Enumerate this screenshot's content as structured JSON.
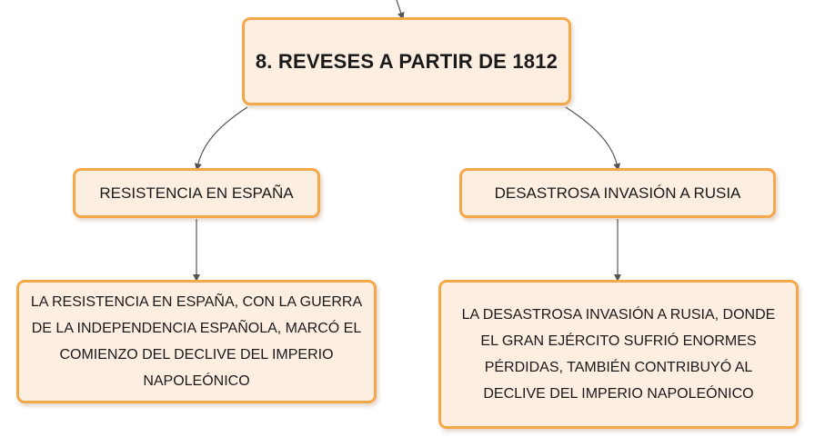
{
  "diagram": {
    "root": {
      "title": "8. REVESES A PARTIR DE 1812"
    },
    "branches": [
      {
        "label": "RESISTENCIA EN ESPAÑA",
        "detail": "LA RESISTENCIA EN ESPAÑA, CON LA GUERRA DE LA INDEPENDENCIA ESPAÑOLA, MARCÓ EL COMIENZO DEL DECLIVE DEL IMPERIO NAPOLEÓNICO"
      },
      {
        "label": "DESASTROSA INVASIÓN A RUSIA",
        "detail": "LA DESASTROSA INVASIÓN A RUSIA, DONDE EL GRAN EJÉRCITO SUFRIÓ ENORMES PÉRDIDAS, TAMBIÉN CONTRIBUYÓ AL DECLIVE DEL IMPERIO NAPOLEÓNICO"
      }
    ],
    "colors": {
      "node_fill": "#fdeee2",
      "node_border": "#f5a84a",
      "connector": "#555555"
    }
  }
}
